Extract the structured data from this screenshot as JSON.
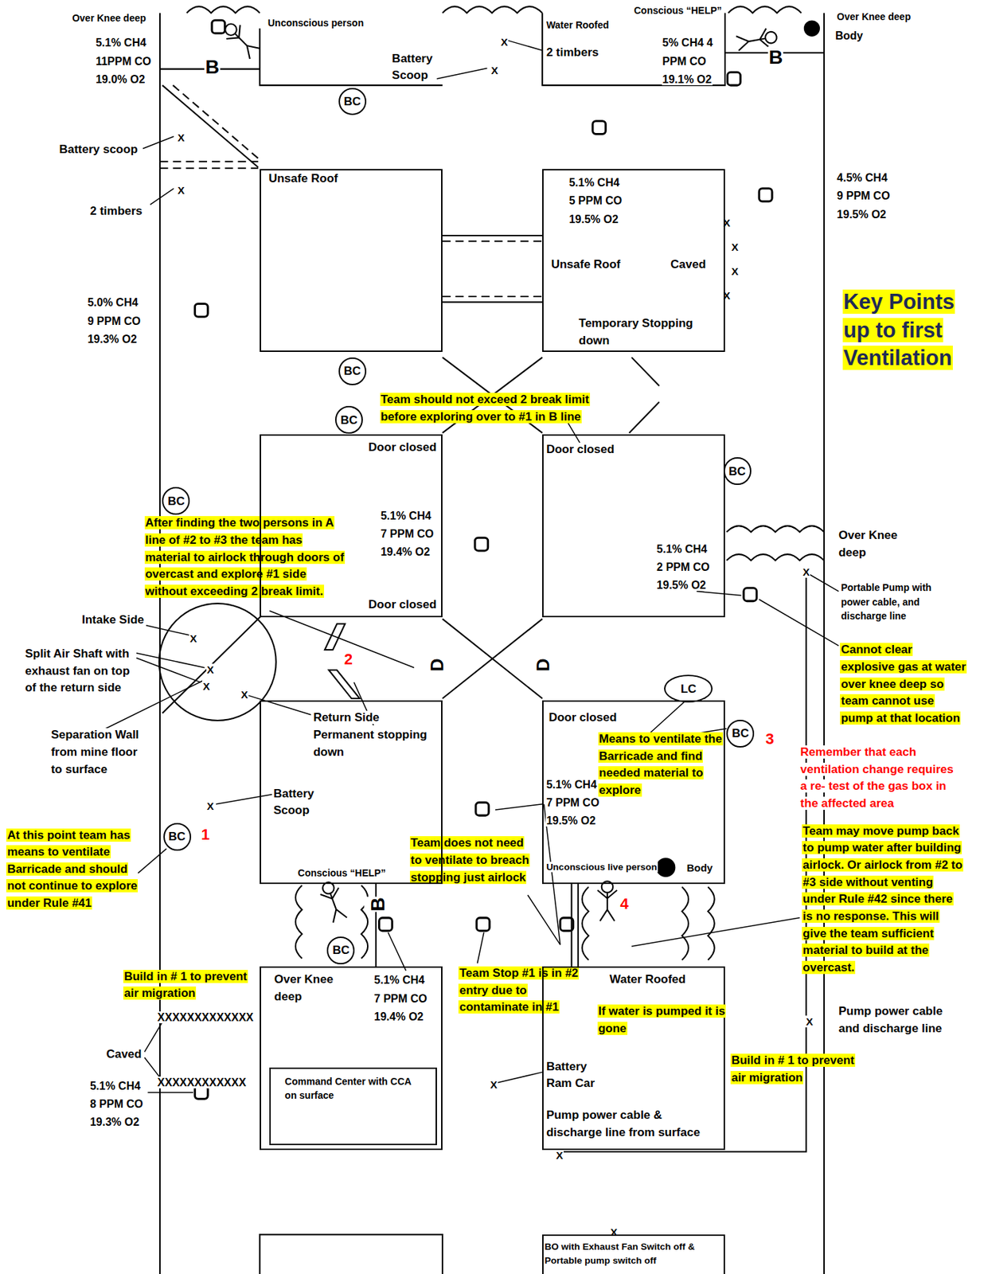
{
  "diagram": {
    "title": "Key Points up to first Ventilation",
    "nodes": [
      {
        "text": [
          "BC"
        ]
      },
      {
        "text": [
          "Unsafe Roof"
        ]
      },
      {
        "text": [
          "5.1% CH4 5 PPM CO 19.5% O2",
          "Unsafe Roof",
          "Caved",
          "Temporary Stopping down"
        ]
      },
      {
        "text": [
          "BC"
        ]
      },
      {
        "text": [
          "BC"
        ]
      },
      {
        "text": [
          "BC"
        ]
      },
      {
        "text": [
          "BC"
        ]
      },
      {
        "text": [
          "Door closed",
          "5.1% CH4 7 PPM CO 19.4% O2",
          "Door closed"
        ]
      },
      {
        "text": [
          "Door closed",
          "5.1% CH4 2 PPM CO 19.5% O2"
        ]
      },
      {
        "text": [
          "LC"
        ]
      },
      {
        "text": [
          "BC"
        ]
      },
      {
        "text": [
          "Return Side",
          "Permanent stopping down",
          "Battery Scoop",
          "Conscious “HELP”"
        ]
      },
      {
        "text": [
          "Door closed",
          "Means to ventilate the Barricade and find needed material to explore",
          "5.1% CH4 7 PPM CO 19.5% O2",
          "Unconscious live person",
          "Body"
        ]
      },
      {
        "text": [
          "BC"
        ]
      },
      {
        "text": [
          "BC"
        ]
      },
      {
        "text": [
          "Over Knee deep",
          "5.1% CH4 7 PPM CO 19.4% O2"
        ]
      },
      {
        "text": [
          "Command Center with CCA on surface"
        ],
        "in": 15
      },
      {
        "text": [
          "Water Roofed",
          "If water is pumped it is gone",
          "Battery Ram Car",
          "Pump power cable & discharge line from surface"
        ]
      },
      {
        "text": [
          "BO with Exhaust Fan Switch off & Portable pump switch off"
        ]
      }
    ],
    "labels": [
      "Over Knee deep",
      "5.1% CH4 11PPM CO 19.0% O2",
      "B",
      "Unconscious person",
      "Battery Scoop",
      "Water Roofed",
      "2 timbers",
      "Conscious “HELP”",
      "5% CH4 4 PPM CO 19.1% O2",
      "B",
      "Over Knee deep",
      "Body",
      "Battery scoop",
      "2 timbers",
      "4.5% CH4 9 PPM CO 19.5% O2",
      "5.0% CH4 9 PPM CO 19.3% O2",
      "Team should not exceed 2 break limit before exploring over to #1 in B line",
      "After finding the two persons in A line of #2 to #3 the team has material to airlock through doors of overcast and explore #1 side without exceeding 2 break limit.",
      "Over Knee deep",
      "Portable Pump with power cable, and discharge line",
      "Cannot clear explosive gas at water over knee deep so team cannot use pump at that location",
      "Intake Side",
      "Split Air Shaft with exhaust fan on top of the return side",
      "2",
      "D",
      "D",
      "3",
      "Remember that each ventilation change requires a re- test of the gas box in the affected area",
      "Separation Wall from mine floor to surface",
      "Team may move pump back to pump water after building airlock. Or airlock from #2 to #3 side without venting under Rule #42 since there is no response. This will give the team sufficient material to build at the overcast.",
      "At this point team has means to ventilate Barricade and should not continue to explore under Rule #41",
      "1",
      "Team does not need to ventilate to breach stopping just airlock",
      "B",
      "4",
      "Build in # 1 to prevent air migration",
      "XXXXXXXXXXXXX",
      "Caved",
      "XXXXXXXXXXXX",
      "5.1% CH4 8 PPM CO 19.3% O2",
      "Team Stop #1 is in #2 entry due to contaminate in #1",
      "Build in # 1 to prevent air migration",
      "Pump power cable and discharge line",
      "X",
      "X",
      "X",
      "X",
      "X",
      "X",
      "X",
      "X",
      "X",
      "X",
      "X",
      "X",
      "X",
      "X",
      "X",
      "X",
      "X",
      "X"
    ]
  }
}
